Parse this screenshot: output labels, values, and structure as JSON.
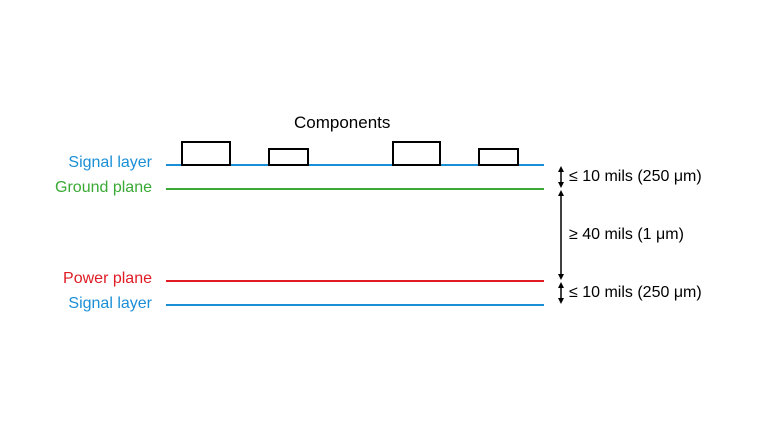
{
  "title": "Components",
  "colors": {
    "signal": "#1a8fd6",
    "ground": "#3aa935",
    "power": "#e01b24",
    "outline": "#000000"
  },
  "layers": [
    {
      "label": "Signal layer",
      "color": "#1a8fd6"
    },
    {
      "label": "Ground plane",
      "color": "#3aa935"
    },
    {
      "label": "Power plane",
      "color": "#e01b24"
    },
    {
      "label": "Signal layer",
      "color": "#1a8fd6"
    }
  ],
  "dimensions": [
    {
      "text": "≤ 10 mils (250 μm)"
    },
    {
      "text": "≥ 40 mils (1 μm)"
    },
    {
      "text": "≤ 10 mils (250 μm)"
    }
  ]
}
